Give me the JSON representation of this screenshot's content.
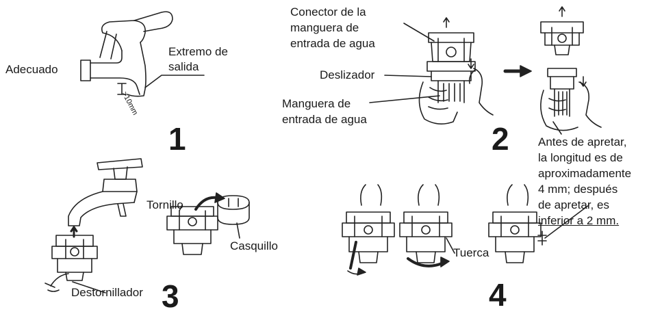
{
  "step1": {
    "number": "1",
    "label_suitable": "Adecuado",
    "label_outlet": [
      "Extremo de",
      "salida"
    ],
    "measurement": ">10mm"
  },
  "step2": {
    "number": "2",
    "label_connector": [
      "Conector de la",
      "manguera de",
      "entrada de agua"
    ],
    "label_slider": "Deslizador",
    "label_hose": [
      "Manguera de",
      "entrada de agua"
    ],
    "note": [
      "Antes de apretar,",
      "la longitud es de",
      "aproximadamente",
      "4 mm; después",
      "de apretar, es",
      "inferior a 2 mm."
    ]
  },
  "step3": {
    "number": "3",
    "label_screw": "Tornillo",
    "label_bushing": "Casquillo",
    "label_screwdriver": "Destornillador"
  },
  "step4": {
    "number": "4",
    "label_nut": "Tuerca"
  }
}
